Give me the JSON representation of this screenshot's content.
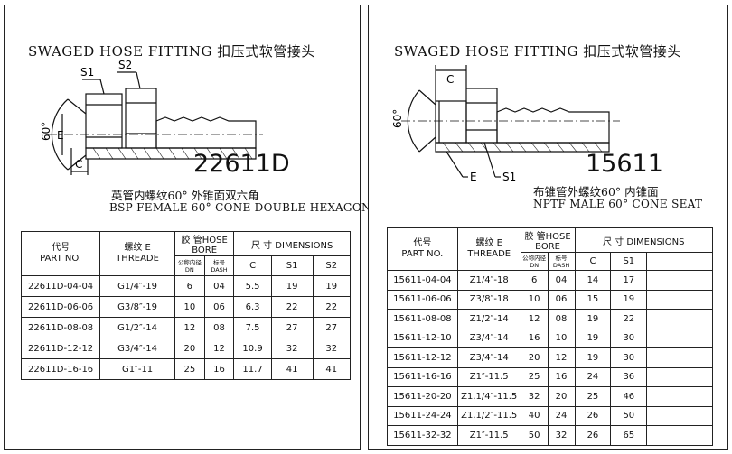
{
  "left": {
    "title": "SWAGED HOSE FITTING  扣压式软管接头",
    "part_number": "22611D",
    "desc_cn": "英管内螺纹60° 外锥面双六角",
    "desc_en": "BSP  FEMALE 60° CONE DOUBLE HEXAGON",
    "drawing_labels": {
      "s1": "S1",
      "s2": "S2",
      "angle": "60°",
      "e": "E",
      "c": "C"
    },
    "headers": {
      "part_cn": "代号",
      "part_en": "PART NO.",
      "thread_cn": "螺纹 E",
      "thread_en": "THREADE",
      "bore": "胶 管HOSE BORE",
      "dn": "公称内径 DN",
      "dash": "标号 DASH",
      "dims": "尺 寸 DIMENSIONS",
      "c": "C",
      "s1": "S1",
      "s2": "S2"
    },
    "rows": [
      [
        "22611D-04-04",
        "G1/4″-19",
        "6",
        "04",
        "5.5",
        "19",
        "19"
      ],
      [
        "22611D-06-06",
        "G3/8″-19",
        "10",
        "06",
        "6.3",
        "22",
        "22"
      ],
      [
        "22611D-08-08",
        "G1/2″-14",
        "12",
        "08",
        "7.5",
        "27",
        "27"
      ],
      [
        "22611D-12-12",
        "G3/4″-14",
        "20",
        "12",
        "10.9",
        "32",
        "32"
      ],
      [
        "22611D-16-16",
        "G1″-11",
        "25",
        "16",
        "11.7",
        "41",
        "41"
      ]
    ]
  },
  "right": {
    "title": "SWAGED HOSE FITTING  扣压式软管接头",
    "part_number": "15611",
    "desc_cn": "布锥管外螺纹60° 内锥面",
    "desc_en": "NPTF MALE 60° CONE SEAT",
    "drawing_labels": {
      "s1": "S1",
      "angle": "60°",
      "e": "E",
      "c": "C"
    },
    "headers": {
      "part_cn": "代号",
      "part_en": "PART NO.",
      "thread_cn": "螺纹 E",
      "thread_en": "THREADE",
      "bore": "胶 管HOSE BORE",
      "dn": "公称内径 DN",
      "dash": "标号 DASH",
      "dims": "尺 寸 DIMENSIONS",
      "c": "C",
      "s1": "S1"
    },
    "rows": [
      [
        "15611-04-04",
        "Z1/4″-18",
        "6",
        "04",
        "14",
        "17"
      ],
      [
        "15611-06-06",
        "Z3/8″-18",
        "10",
        "06",
        "15",
        "19"
      ],
      [
        "15611-08-08",
        "Z1/2″-14",
        "12",
        "08",
        "19",
        "22"
      ],
      [
        "15611-12-10",
        "Z3/4″-14",
        "16",
        "10",
        "19",
        "30"
      ],
      [
        "15611-12-12",
        "Z3/4″-14",
        "20",
        "12",
        "19",
        "30"
      ],
      [
        "15611-16-16",
        "Z1″-11.5",
        "25",
        "16",
        "24",
        "36"
      ],
      [
        "15611-20-20",
        "Z1.1/4″-11.5",
        "32",
        "20",
        "25",
        "46"
      ],
      [
        "15611-24-24",
        "Z1.1/2″-11.5",
        "40",
        "24",
        "26",
        "50"
      ],
      [
        "15611-32-32",
        "Z1″-11.5",
        "50",
        "32",
        "26",
        "65"
      ]
    ]
  }
}
